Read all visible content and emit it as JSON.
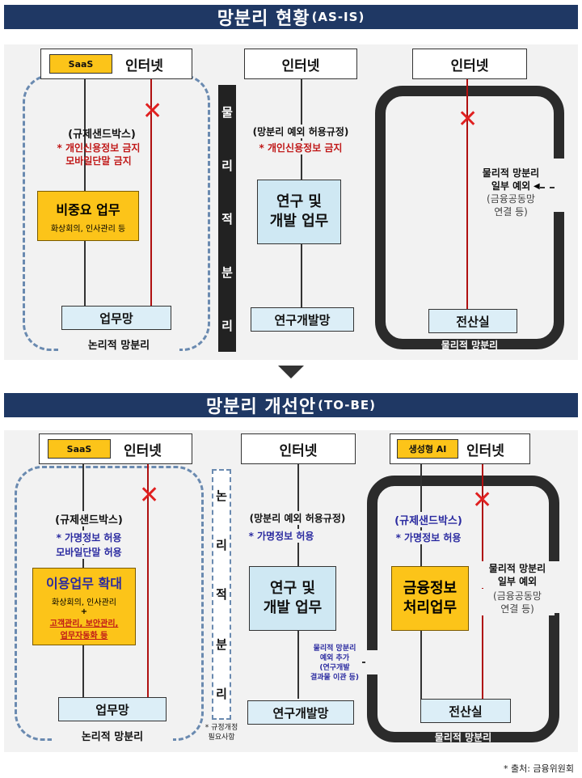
{
  "asis": {
    "title": "망분리 현황",
    "title_sub": "(AS-IS)",
    "left": {
      "saas": "SaaS",
      "internet": "인터넷",
      "sandbox": "(규제샌드박스)",
      "note1": "* 개인신용정보 금지",
      "note2": "모바일단말 금지",
      "task_title": "비중요 업무",
      "task_sub": "화상회의, 인사관리 등",
      "network": "업무망",
      "caption": "논리적 망분리"
    },
    "divider": [
      "물",
      "리",
      "적",
      "분",
      "리"
    ],
    "middle": {
      "internet": "인터넷",
      "rule": "(망분리 예외 허용규정)",
      "note": "* 개인신용정보 금지",
      "task": [
        "연구 및",
        "개발 업무"
      ],
      "network": "연구개발망"
    },
    "right": {
      "internet": "인터넷",
      "exc1": "물리적 망분리",
      "exc2": "일부 예외",
      "exc3": "(금융공동망",
      "exc4": "연결 등)",
      "network": "전산실",
      "caption": "물리적 망분리"
    }
  },
  "tobe": {
    "title": "망분리 개선안",
    "title_sub": "(TO-BE)",
    "left": {
      "saas": "SaaS",
      "internet": "인터넷",
      "sandbox": "(규제샌드박스)",
      "note1": "* 가명정보 허용",
      "note2": "모바일단말 허용",
      "task_title": "이용업무 확대",
      "task_sub": "화상회의, 인사관리",
      "plus": "+",
      "task_add1": "고객관리, 보안관리,",
      "task_add2": "업무자동화 등",
      "network": "업무망",
      "caption": "논리적 망분리"
    },
    "divider": [
      "논",
      "리",
      "적",
      "분",
      "리"
    ],
    "divider_note1": "* 규정개정",
    "divider_note2": "필요사항",
    "middle": {
      "internet": "인터넷",
      "rule": "(망분리 예외 허용규정)",
      "note": "* 가명정보 허용",
      "task": [
        "연구 및",
        "개발 업무"
      ],
      "exc1": "물리적 망분리",
      "exc2": "예외 추가",
      "exc3": "(연구개발",
      "exc4": "결과물 이관 등)",
      "network": "연구개발망"
    },
    "right": {
      "ai": "생성형 AI",
      "internet": "인터넷",
      "sandbox": "(규제샌드박스)",
      "note": "* 가명정보 허용",
      "task": [
        "금융정보",
        "처리업무"
      ],
      "exc1": "물리적 망분리",
      "exc2": "일부 예외",
      "exc3": "(금융공동망",
      "exc4": "연결 등)",
      "network": "전산실",
      "caption": "물리적 망분리"
    }
  },
  "source": "* 출처: 금융위원회",
  "icons": {
    "blocked": "x-mark-icon",
    "transition": "chevron-down-icon"
  },
  "colors": {
    "header": "#1f3864",
    "highlight": "#fcc419",
    "blocked": "#e02020"
  }
}
